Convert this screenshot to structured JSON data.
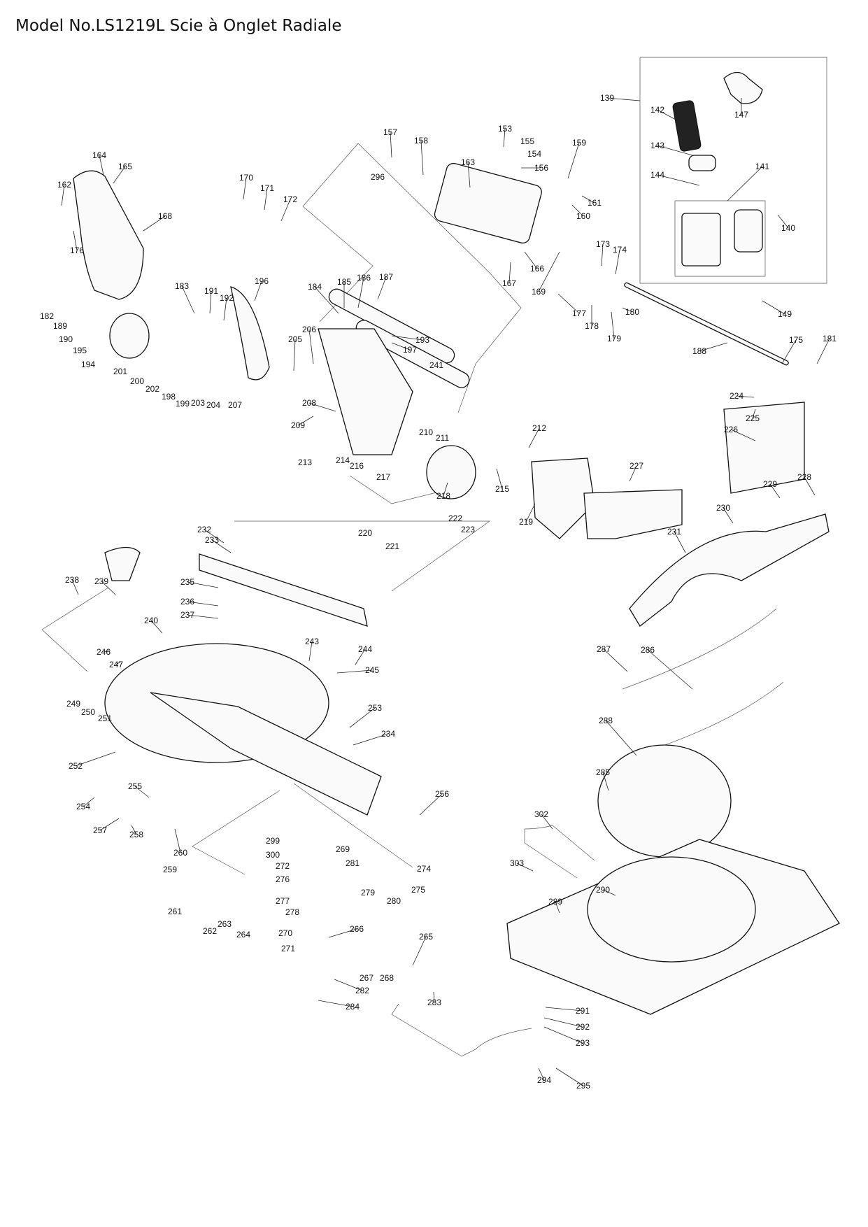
{
  "title": "Model No.LS1219L Scie à Onglet Radiale",
  "part_numbers": [
    "139",
    "140",
    "141",
    "142",
    "143",
    "144",
    "147",
    "149",
    "153",
    "154",
    "155",
    "156",
    "157",
    "158",
    "159",
    "160",
    "161",
    "162",
    "163",
    "164",
    "165",
    "166",
    "167",
    "168",
    "169",
    "170",
    "171",
    "172",
    "173",
    "174",
    "175",
    "176",
    "177",
    "178",
    "179",
    "180",
    "181",
    "182",
    "183",
    "184",
    "185",
    "186",
    "187",
    "188",
    "189",
    "190",
    "191",
    "192",
    "193",
    "194",
    "195",
    "196",
    "197",
    "198",
    "199",
    "200",
    "201",
    "202",
    "203",
    "204",
    "205",
    "206",
    "207",
    "208",
    "209",
    "210",
    "211",
    "212",
    "213",
    "214",
    "215",
    "216",
    "217",
    "218",
    "219",
    "220",
    "221",
    "222",
    "223",
    "224",
    "225",
    "226",
    "227",
    "228",
    "229",
    "230",
    "231",
    "232",
    "233",
    "234",
    "235",
    "236",
    "237",
    "238",
    "239",
    "240",
    "241",
    "243",
    "244",
    "245",
    "246",
    "247",
    "249",
    "250",
    "251",
    "252",
    "253",
    "254",
    "255",
    "256",
    "257",
    "258",
    "259",
    "260",
    "261",
    "262",
    "263",
    "264",
    "265",
    "266",
    "267",
    "268",
    "269",
    "270",
    "271",
    "272",
    "274",
    "275",
    "276",
    "277",
    "278",
    "279",
    "280",
    "281",
    "282",
    "283",
    "284",
    "285",
    "286",
    "287",
    "288",
    "289",
    "290",
    "291",
    "292",
    "293",
    "294",
    "295",
    "296",
    "299",
    "300",
    "302",
    "303"
  ]
}
